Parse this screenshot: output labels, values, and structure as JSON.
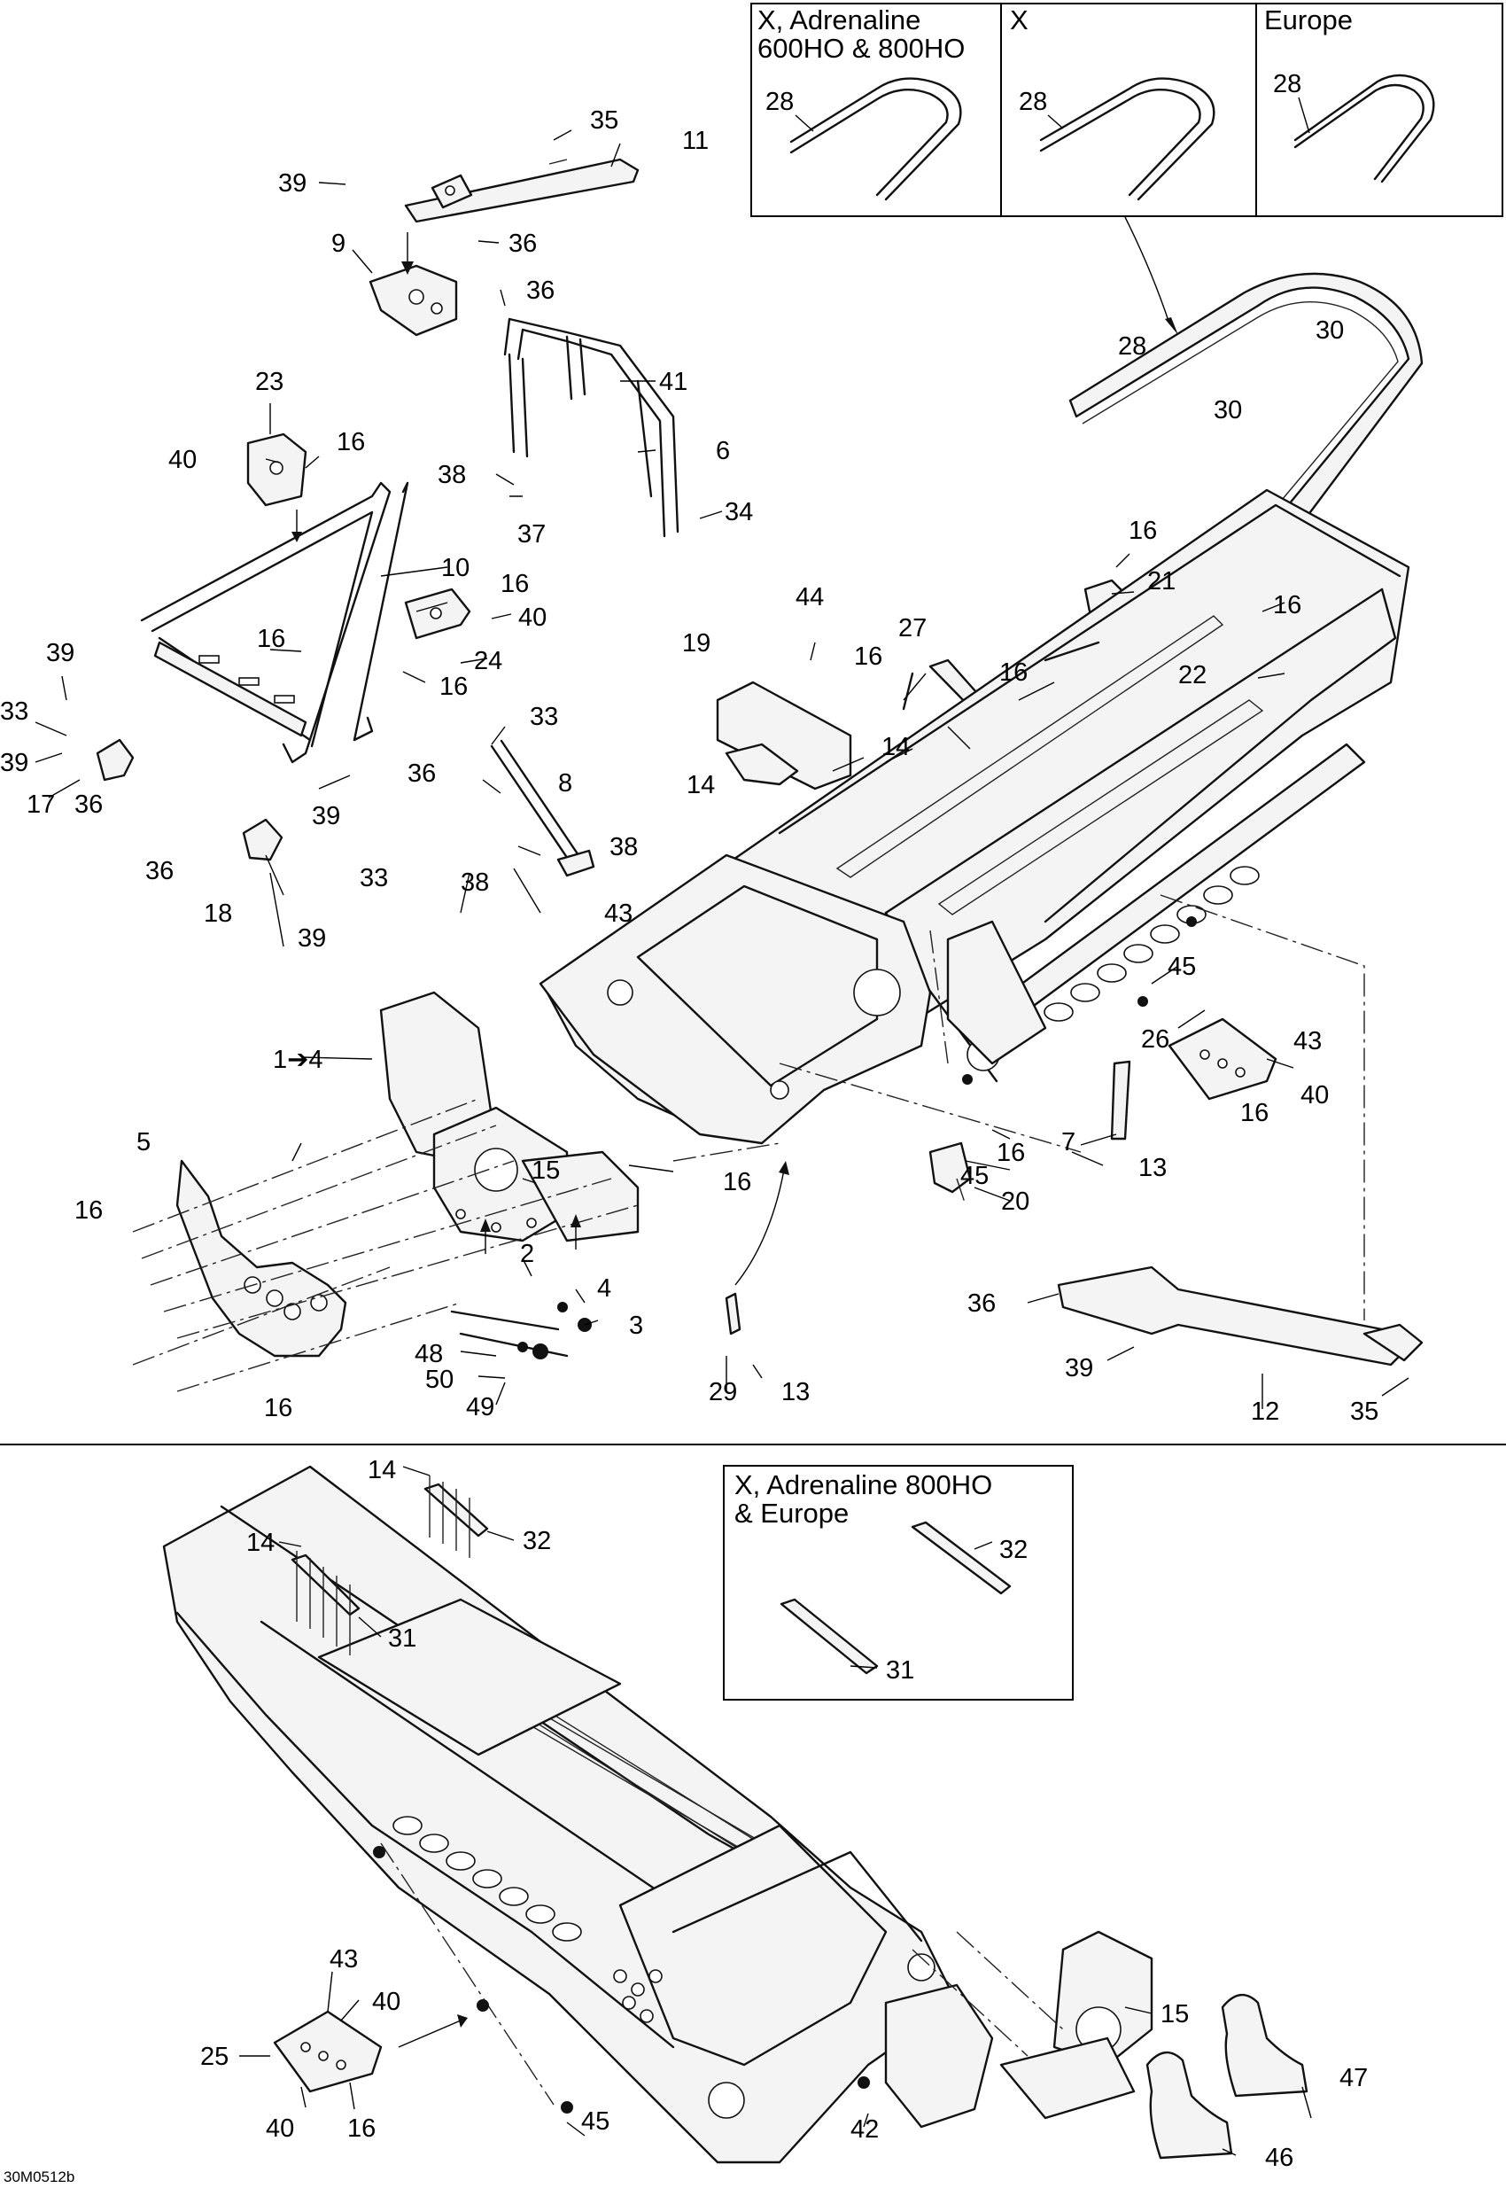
{
  "figure_code": "30M0512b",
  "variant_box_top": {
    "col1_title_line1": "X, Adrenaline",
    "col1_title_line2": "600HO & 800HO",
    "col2_title": "X",
    "col3_title": "Europe",
    "col1_part": "28",
    "col2_part": "28",
    "col3_part": "28"
  },
  "variant_box_bottom": {
    "title_line1": "X, Adrenaline 800HO",
    "title_line2": "& Europe",
    "part_a": "32",
    "part_b": "31"
  },
  "callouts": [
    "35",
    "11",
    "39",
    "36",
    "9",
    "36",
    "41",
    "6",
    "38",
    "37",
    "34",
    "23",
    "16",
    "40",
    "10",
    "16",
    "40",
    "16",
    "24",
    "16",
    "39",
    "33",
    "39",
    "17",
    "36",
    "39",
    "36",
    "33",
    "18",
    "39",
    "33",
    "36",
    "8",
    "38",
    "38",
    "43",
    "28",
    "30",
    "30",
    "16",
    "21",
    "16",
    "22",
    "44",
    "27",
    "16",
    "16",
    "19",
    "14",
    "14",
    "1➔4",
    "5",
    "16",
    "16",
    "15",
    "16",
    "2",
    "4",
    "3",
    "48",
    "50",
    "49",
    "45",
    "7",
    "13",
    "26",
    "43",
    "40",
    "16",
    "16",
    "20",
    "29",
    "13",
    "36",
    "39",
    "12",
    "35",
    "45",
    "14",
    "32",
    "14",
    "31",
    "43",
    "40",
    "25",
    "40",
    "16",
    "45",
    "42",
    "15",
    "47",
    "46"
  ]
}
